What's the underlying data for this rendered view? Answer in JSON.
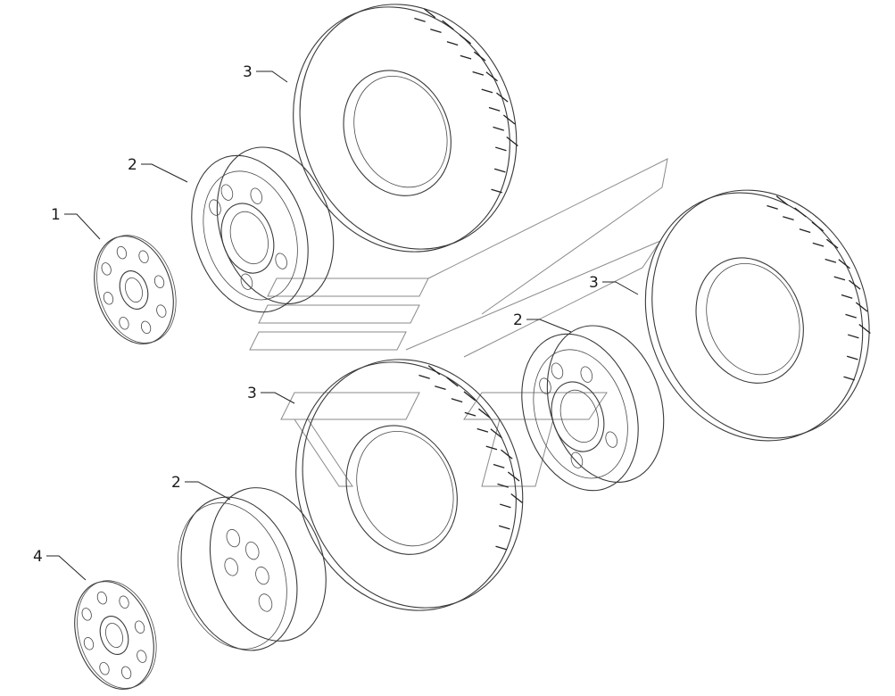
{
  "diagram": {
    "callouts": [
      {
        "id": "c1",
        "label": "1"
      },
      {
        "id": "c2a",
        "label": "2"
      },
      {
        "id": "c2b",
        "label": "2"
      },
      {
        "id": "c2c",
        "label": "2"
      },
      {
        "id": "c3a",
        "label": "3"
      },
      {
        "id": "c3b",
        "label": "3"
      },
      {
        "id": "c3c",
        "label": "3"
      },
      {
        "id": "c4",
        "label": "4"
      }
    ],
    "parts": [
      "hub-cover",
      "wheel-rim",
      "tire",
      "hub-cover-front"
    ],
    "colors": {
      "line": "#3a3a3a",
      "watermark": "#8a8a8a",
      "background": "#ffffff"
    }
  }
}
